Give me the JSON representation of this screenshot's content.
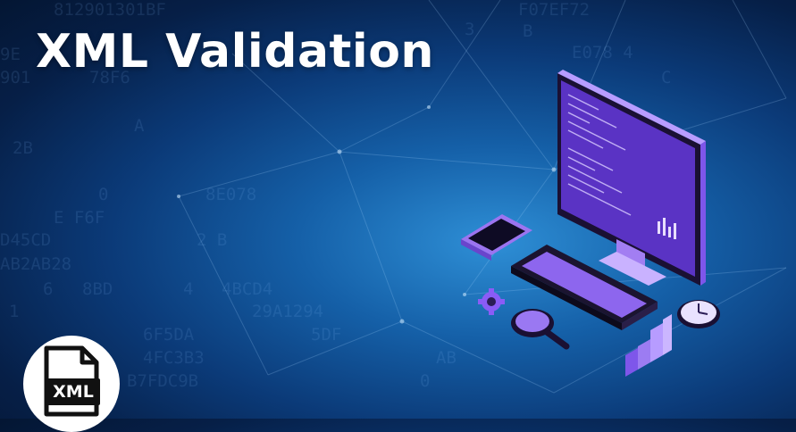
{
  "title": "XML Validation",
  "badge": {
    "label": "XML",
    "icon": "xml-file-icon"
  },
  "background": {
    "hex_text": [
      "812901301BF",
      "F07EF72",
      "3",
      "B",
      "E078 4",
      "C",
      "9E",
      "901",
      "78F6",
      "D45CD",
      "AB2AB28",
      "2B",
      "0",
      "8E078",
      "6",
      "1",
      "8BD",
      "4",
      "4BCD4",
      "29A1294",
      "5DF",
      "6F5DA",
      "4FC3B3",
      "AB",
      "0",
      "B7FDC9B",
      "A",
      "E F6F",
      "2 B"
    ]
  },
  "colors": {
    "accent_purple": "#8a5cf6",
    "screen_purple": "#6b3fd4",
    "background_blue": "#0b3a78",
    "glow_blue": "#2e8fd6"
  },
  "illustration": {
    "icons": [
      "monitor-icon",
      "tablet-icon",
      "keyboard-icon",
      "gear-icon",
      "magnifier-icon",
      "bar-chart-icon",
      "clock-icon"
    ]
  }
}
